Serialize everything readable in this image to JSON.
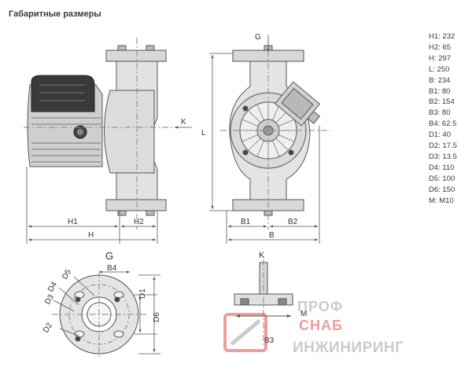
{
  "title": "Габаритные размеры",
  "dimensions": [
    {
      "label": "H1",
      "value": "232"
    },
    {
      "label": "H2",
      "value": "65"
    },
    {
      "label": "H",
      "value": "297"
    },
    {
      "label": "L",
      "value": "250"
    },
    {
      "label": "B",
      "value": "234"
    },
    {
      "label": "B1",
      "value": "80"
    },
    {
      "label": "B2",
      "value": "154"
    },
    {
      "label": "B3",
      "value": "80"
    },
    {
      "label": "B4",
      "value": "62.5"
    },
    {
      "label": "D1",
      "value": "40"
    },
    {
      "label": "D2",
      "value": "17.5"
    },
    {
      "label": "D3",
      "value": "13.5"
    },
    {
      "label": "D4",
      "value": "110"
    },
    {
      "label": "D5",
      "value": "100"
    },
    {
      "label": "D6",
      "value": "150"
    },
    {
      "label": "M",
      "value": "M10"
    }
  ],
  "labels": {
    "side_k": "K",
    "side_l": "L",
    "side_h1": "H1",
    "side_h2": "H2",
    "side_h": "H",
    "front_g": "G",
    "front_b1": "B1",
    "front_b2": "B2",
    "front_b": "B",
    "flange_g": "G",
    "flange_b4": "B4",
    "flange_d5": "D5",
    "flange_d4": "D4",
    "flange_d3": "D3",
    "flange_d2": "D2",
    "flange_d1": "D1",
    "flange_d6": "D6",
    "detail_k": "K",
    "detail_m": "M",
    "detail_b3": "B3"
  },
  "watermark": {
    "line1": "ПРОФ",
    "line2": "СНАБ",
    "line3": "ИНЖИНИРИНГ",
    "color_red": "#d9302c",
    "color_gray": "#9a9a9a"
  }
}
